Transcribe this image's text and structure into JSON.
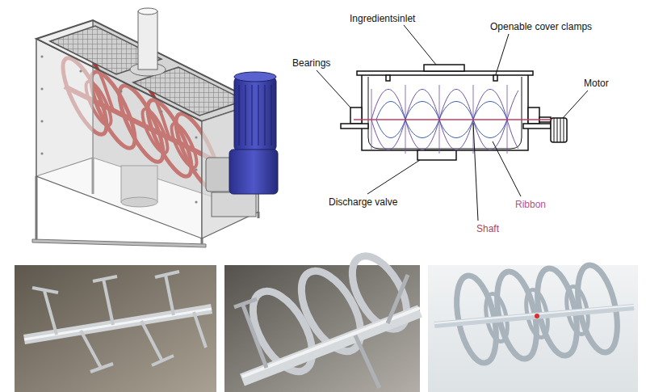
{
  "diagram": {
    "labels": [
      "Ingredientsinlet",
      "Openable cover clamps",
      "Bearings",
      "Motor",
      "Discharge valve",
      "Ribbon",
      "Shaft"
    ]
  }
}
